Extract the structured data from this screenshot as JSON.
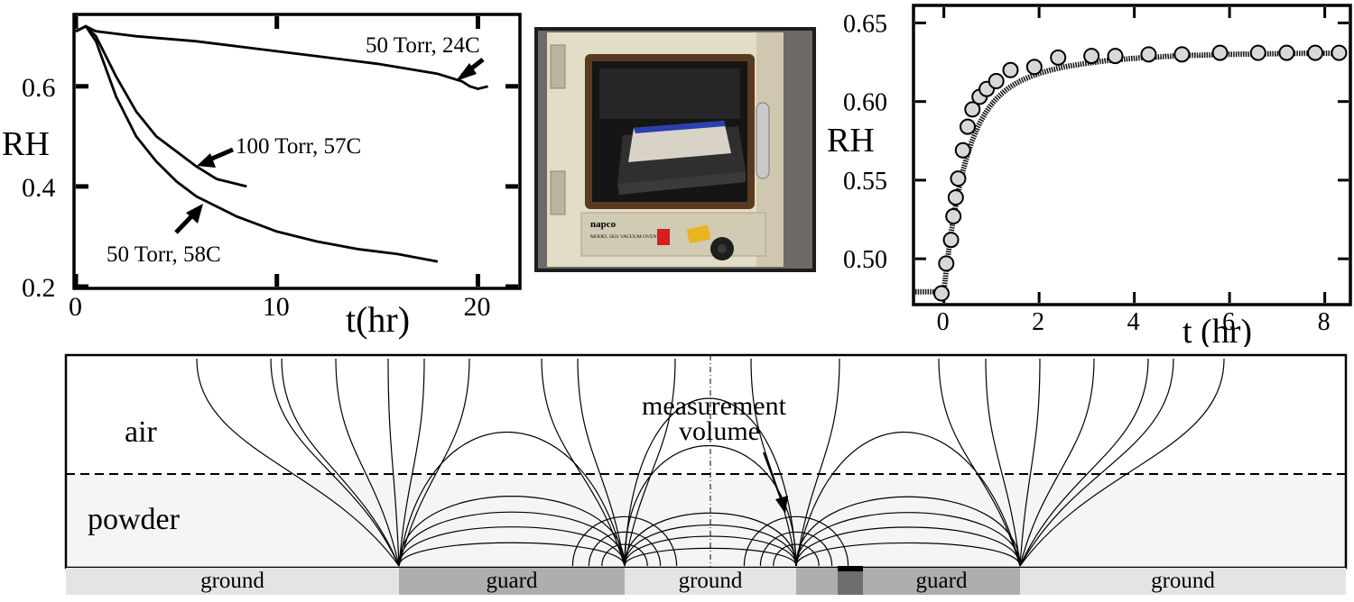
{
  "left_chart": {
    "chart_data": {
      "type": "line",
      "xlabel": "t(hr)",
      "ylabel": "RH",
      "xlim": [
        0,
        22
      ],
      "ylim": [
        0.2,
        0.74
      ],
      "x_ticks": [
        "0",
        "10",
        "20"
      ],
      "y_ticks": [
        "0.2",
        "0.4",
        "0.6"
      ],
      "series": [
        {
          "name": "50 Torr, 24C",
          "x": [
            0,
            0.5,
            1,
            3,
            6,
            9,
            12,
            15,
            18,
            19.2,
            19.6,
            20.0,
            20.5
          ],
          "y": [
            0.71,
            0.72,
            0.71,
            0.7,
            0.69,
            0.675,
            0.66,
            0.645,
            0.625,
            0.61,
            0.6,
            0.595,
            0.6
          ]
        },
        {
          "name": "100 Torr, 57C",
          "x": [
            0,
            0.5,
            1,
            2,
            3,
            4,
            5,
            6,
            7,
            8.5
          ],
          "y": [
            0.71,
            0.72,
            0.7,
            0.62,
            0.55,
            0.5,
            0.47,
            0.44,
            0.415,
            0.4
          ]
        },
        {
          "name": "50 Torr, 58C",
          "x": [
            0,
            0.5,
            1,
            2,
            3,
            4,
            5,
            6,
            8,
            10,
            12,
            14,
            16,
            18
          ],
          "y": [
            0.71,
            0.72,
            0.69,
            0.58,
            0.5,
            0.45,
            0.41,
            0.38,
            0.34,
            0.31,
            0.29,
            0.275,
            0.265,
            0.25
          ]
        }
      ]
    }
  },
  "photo": {
    "brand": "napco",
    "description_label": "MODEL 5831 VACUUM OVEN"
  },
  "right_chart": {
    "chart_data": {
      "type": "scatter",
      "xlabel": "t (hr)",
      "ylabel": "RH",
      "xlim": [
        -0.6,
        8.5
      ],
      "ylim": [
        0.472,
        0.66
      ],
      "x_ticks": [
        "0",
        "2",
        "4",
        "6",
        "8"
      ],
      "y_ticks": [
        "0.50",
        "0.55",
        "0.60",
        "0.65"
      ],
      "series": [
        {
          "kind": "markers",
          "x": [
            -0.05,
            0.05,
            0.15,
            0.2,
            0.25,
            0.3,
            0.4,
            0.5,
            0.6,
            0.75,
            0.9,
            1.1,
            1.4,
            1.9,
            2.4,
            3.1,
            3.6,
            4.3,
            5.0,
            5.8,
            6.6,
            7.2,
            7.8,
            8.3
          ],
          "y": [
            0.478,
            0.497,
            0.512,
            0.527,
            0.539,
            0.551,
            0.569,
            0.584,
            0.595,
            0.603,
            0.608,
            0.613,
            0.62,
            0.622,
            0.628,
            0.629,
            0.629,
            0.63,
            0.63,
            0.631,
            0.631,
            0.631,
            0.631,
            0.631
          ]
        }
      ]
    }
  },
  "diagram": {
    "labels": {
      "air": "air",
      "powder": "powder",
      "measurement_volume_line1": "measurement",
      "measurement_volume_line2": "volume"
    },
    "electrodes": [
      "ground",
      "guard",
      "ground",
      "guard",
      "ground"
    ],
    "colors": {
      "ground": "#e4e4e4",
      "guard": "#aeaeae",
      "sensor": "#6e6e6e",
      "powder": "#f5f5f5"
    }
  }
}
